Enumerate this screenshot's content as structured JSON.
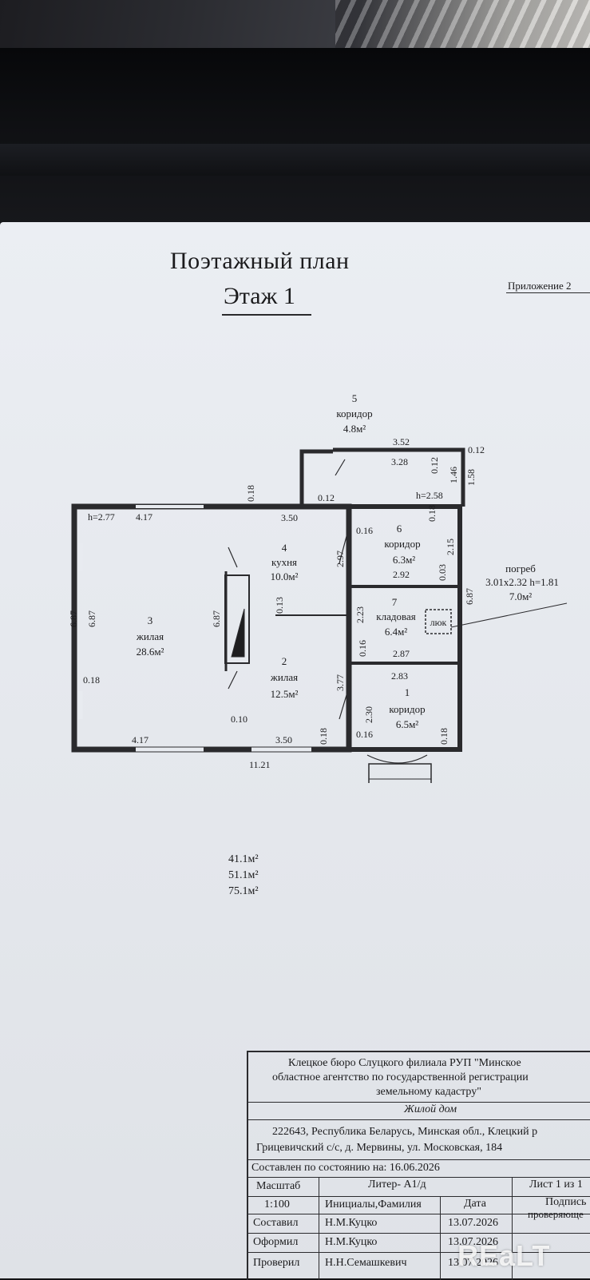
{
  "header": {
    "title": "Поэтажный план",
    "floor": "Этаж 1",
    "appendix": "Приложение 2"
  },
  "rooms": {
    "r1": {
      "num": "1",
      "name": "коридор",
      "area": "6.5м²"
    },
    "r2": {
      "num": "2",
      "name": "жилая",
      "area": "12.5м²"
    },
    "r3": {
      "num": "3",
      "name": "жилая",
      "area": "28.6м²"
    },
    "r4": {
      "num": "4",
      "name": "кухня",
      "area": "10.0м²"
    },
    "r5": {
      "num": "5",
      "name": "коридор",
      "area": "4.8м²"
    },
    "r6": {
      "num": "6",
      "name": "коридор",
      "area": "6.3м²"
    },
    "r7": {
      "num": "7",
      "name": "кладовая",
      "area": "6.4м²"
    },
    "cellar": {
      "name": "погреб",
      "dims": "3.01x2.32 h=1.81",
      "area": "7.0м²",
      "hatch": "люк"
    }
  },
  "dims": {
    "h277": "h=2.77",
    "h258": "h=2.58",
    "d417a": "4.17",
    "d417b": "4.17",
    "d350a": "3.50",
    "d350b": "3.50",
    "d1121": "11.21",
    "d687a": "6.87",
    "d687b": "6.87",
    "d687c": "6.87",
    "d687d": "6.87",
    "d018a": "0.18",
    "d018b": "0.18",
    "d018c": "0.18",
    "d018d": "0.18",
    "d018e": "0.18",
    "d016a": "0.16",
    "d016b": "0.16",
    "d016c": "0.16",
    "d012a": "0.12",
    "d012b": "0.12",
    "d012c": "0.12",
    "d013": "0.13",
    "d010": "0.10",
    "d003": "0.03",
    "d352": "3.52",
    "d328": "3.28",
    "d146": "1.46",
    "d158": "1.58",
    "d297": "2.97",
    "d292": "2.92",
    "d215": "2.15",
    "d223": "2.23",
    "d287": "2.87",
    "d283": "2.83",
    "d377": "3.77",
    "d230": "2.30"
  },
  "totals": [
    "41.1м²",
    "51.1м²",
    "75.1м²"
  ],
  "stamp": {
    "org_line1": "Клецкое бюро Слуцкого филиала РУП \"Минское",
    "org_line2": "областное агентство по государственной регистрации",
    "org_line3": "земельному кадастру\"",
    "object": "Жилой дом",
    "addr_line1": "222643, Республика Беларусь, Минская обл., Клецкий р",
    "addr_line2": "Грицевичский с/с, д. Мервины, ул. Московская, 184",
    "state_as_of": "Составлен по состоянию на: 16.06.2026",
    "col_scale": "Масштаб",
    "col_liter": "Литер- А1/д",
    "col_sheet": "Лист 1 из 1",
    "scale": "1:100",
    "col_name": "Инициалы,Фамилия",
    "col_date": "Дата",
    "col_sign": "Подпись",
    "col_sign2": "проверяюще",
    "role1": "Составил",
    "name1": "Н.М.Куцко",
    "date1": "13.07.2026",
    "role2": "Оформил",
    "name2": "Н.М.Куцко",
    "date2": "13.07.2026",
    "role3": "Проверил",
    "name3": "Н.Н.Семашкевич",
    "date3": "13.07.2026"
  },
  "watermark": "REaLT"
}
